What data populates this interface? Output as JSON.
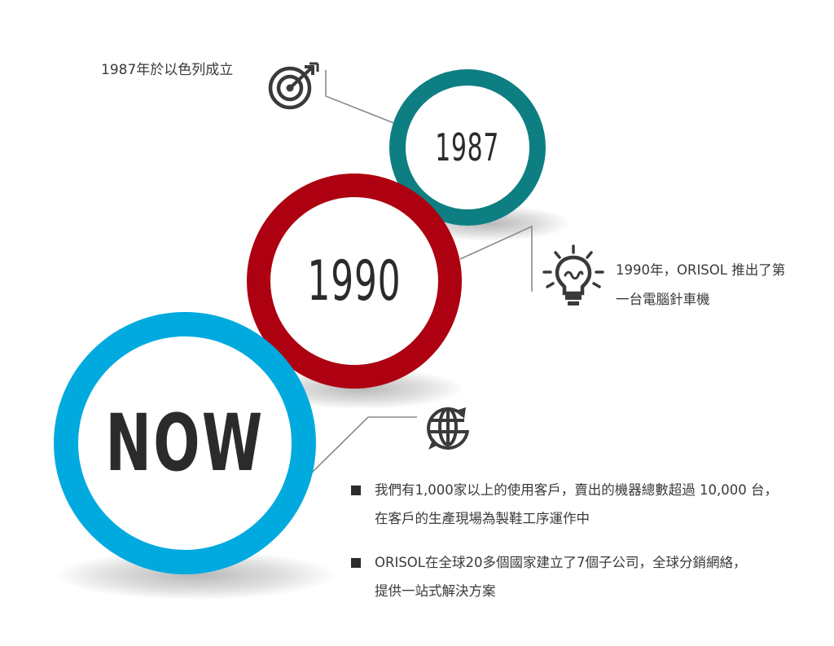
{
  "milestones": {
    "m1987": {
      "year": "1987",
      "caption": "1987年於以色列成立",
      "icon": "target-icon",
      "color": "#0d7f82"
    },
    "m1990": {
      "year": "1990",
      "caption_line1": "1990年，ORISOL 推出了第",
      "caption_line2": "一台電腦針車機",
      "icon": "lightbulb-icon",
      "color": "#ad0010"
    },
    "now": {
      "label": "NOW",
      "icon": "globe-refresh-icon",
      "color": "#00aadf",
      "bullets": [
        {
          "line1": "我們有1,000家以上的使用客戶，賣出的機器總數超過 10,000 台，",
          "line2": "在客戶的生產現場為製鞋工序運作中"
        },
        {
          "line1": "ORISOL在全球20多個國家建立了7個子公司，全球分銷網絡，",
          "line2": "提供一站式解決方案"
        }
      ]
    }
  }
}
